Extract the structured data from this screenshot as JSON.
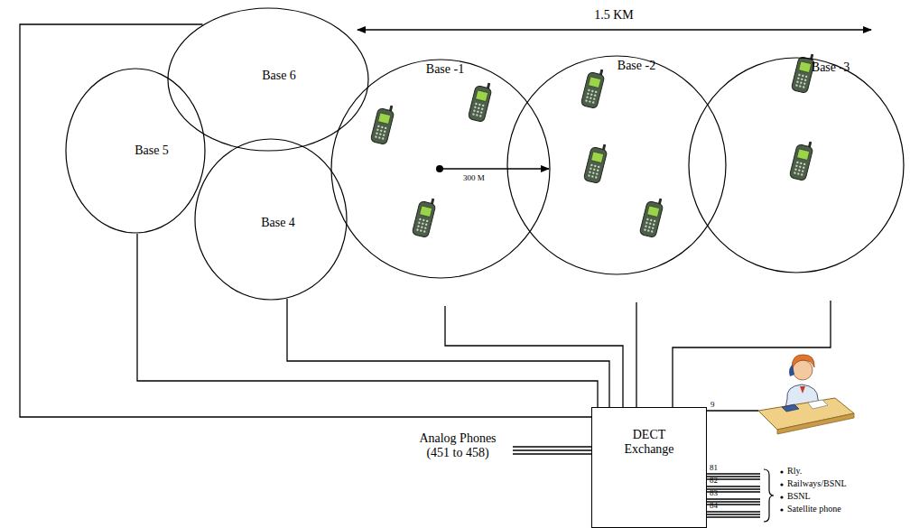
{
  "diagram": {
    "nodes": [
      {
        "text": [
          "Base 6"
        ]
      },
      {
        "text": [
          "Base 5"
        ]
      },
      {
        "text": [
          "Base 4"
        ]
      },
      {
        "text": [
          "Base -1"
        ]
      },
      {
        "text": [
          "Base -2"
        ]
      },
      {
        "text": [
          "Base -3"
        ]
      },
      {
        "text": [
          "DECT Exchange"
        ]
      }
    ],
    "edges": [
      {
        "from": 3,
        "to": 6,
        "arrow": "none"
      },
      {
        "from": 4,
        "to": 6,
        "arrow": "none"
      },
      {
        "from": 5,
        "to": 6,
        "arrow": "none"
      },
      {
        "from": 2,
        "to": 6,
        "arrow": "none"
      },
      {
        "from": 1,
        "to": 6,
        "arrow": "none"
      },
      {
        "from": 0,
        "to": 6,
        "arrow": "none"
      }
    ],
    "labels": [
      "1.5 KM",
      "300 M",
      "Analog Phones (451 to 458)",
      "9",
      "81",
      "82",
      "83",
      "84",
      "Rly.",
      "Railways/BSNL",
      "BSNL",
      "Satellite phone"
    ]
  }
}
